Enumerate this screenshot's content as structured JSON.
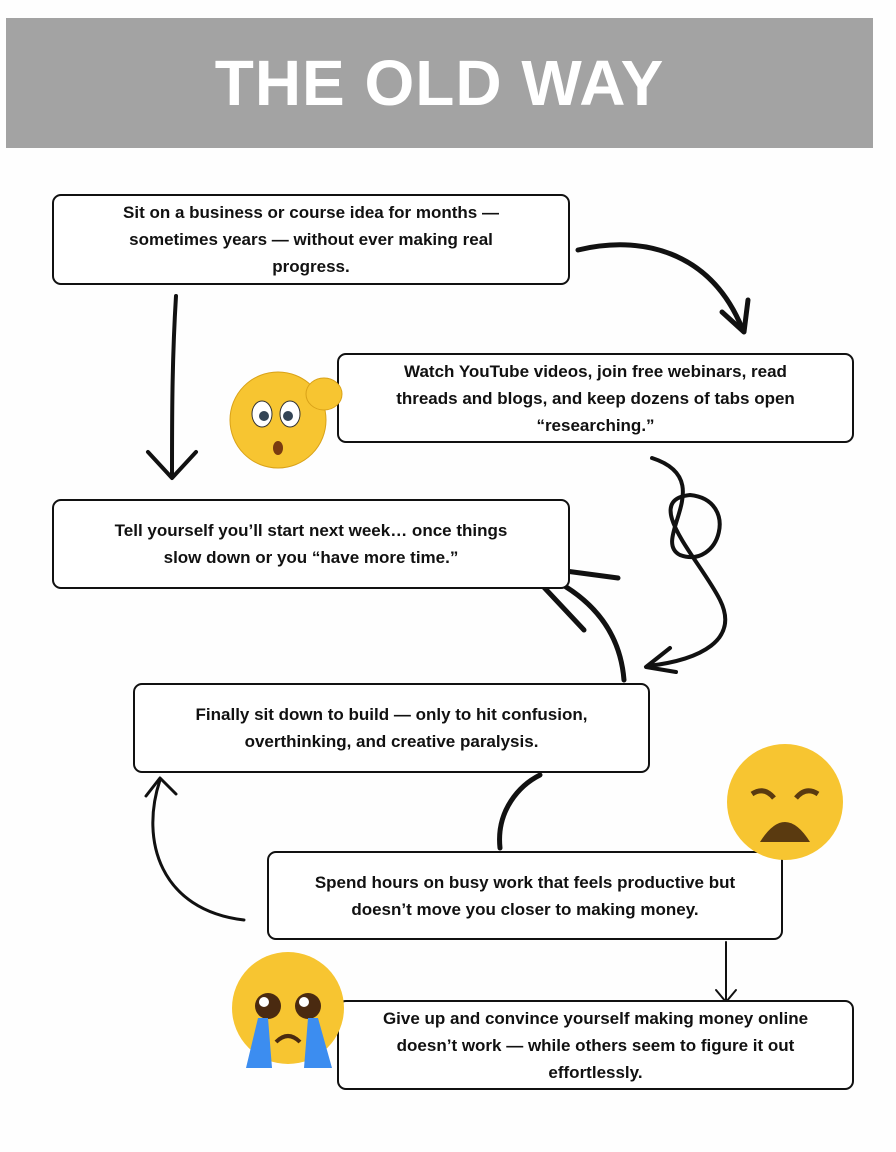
{
  "title": "THE OLD WAY",
  "steps": [
    {
      "text": "Sit on a business or course idea for months — sometimes years — without ever making real progress."
    },
    {
      "text": "Watch YouTube videos, join free webinars, read threads and blogs, and keep dozens of tabs open “researching.”"
    },
    {
      "text": "Tell yourself you’ll start next week… once things slow down or you “have more time.”"
    },
    {
      "text": "Finally sit down to build — only to hit confusion, overthinking, and creative paralysis."
    },
    {
      "text": "Spend hours on busy work that feels productive but doesn’t move you closer to making money."
    },
    {
      "text": "Give up and convince yourself making money online doesn’t work — while others seem to figure it out effortlessly."
    }
  ],
  "colors": {
    "banner": "#a3a3a3",
    "emoji": "#f7c531"
  }
}
